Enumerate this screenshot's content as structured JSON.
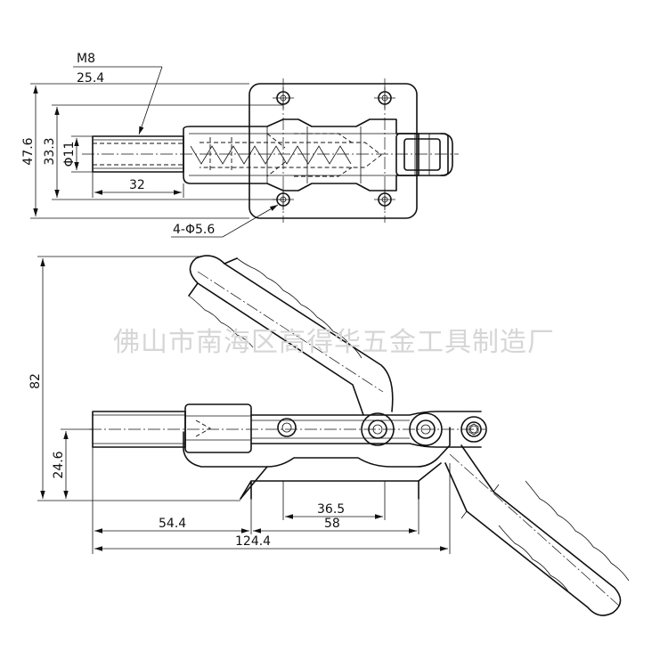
{
  "watermark": "佛山市南海区高得华五金工具制造厂",
  "top_view": {
    "thread": "M8",
    "thread_length": "25.4",
    "width_total": "47.6",
    "hole_spacing": "33.3",
    "rod_diameter": "Φ11",
    "rod_length": "32",
    "holes": "4-Φ5.6"
  },
  "side_view": {
    "height": "82",
    "base_height": "24.6",
    "offset": "54.4",
    "hole_pitch": "36.5",
    "base_length": "58",
    "total_length": "124.4"
  }
}
